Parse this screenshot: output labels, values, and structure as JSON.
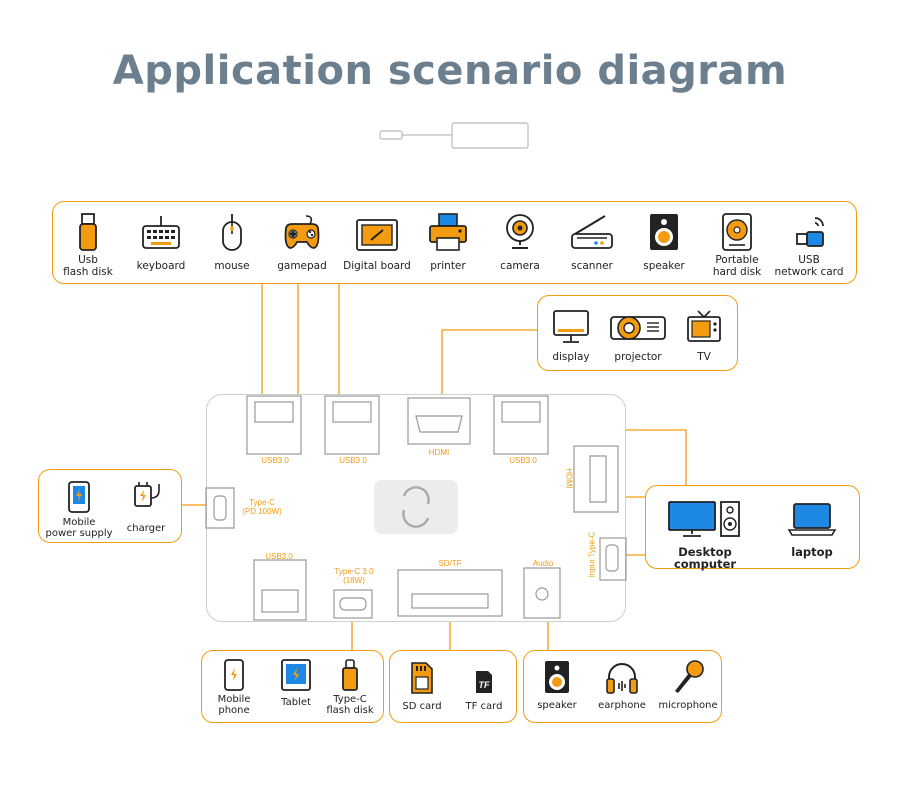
{
  "title": "Application scenario diagram",
  "top_devices": [
    {
      "icon": "usb-flash-disk-icon",
      "label": "Usb\nflash disk"
    },
    {
      "icon": "keyboard-icon",
      "label": "keyboard"
    },
    {
      "icon": "mouse-icon",
      "label": "mouse"
    },
    {
      "icon": "gamepad-icon",
      "label": "gamepad"
    },
    {
      "icon": "digital-board-icon",
      "label": "Digital board"
    },
    {
      "icon": "printer-icon",
      "label": "printer"
    },
    {
      "icon": "camera-icon",
      "label": "camera"
    },
    {
      "icon": "scanner-icon",
      "label": "scanner"
    },
    {
      "icon": "speaker-icon",
      "label": "speaker"
    },
    {
      "icon": "portable-hard-disk-icon",
      "label": "Portable\nhard disk"
    },
    {
      "icon": "usb-network-card-icon",
      "label": "USB\nnetwork card"
    }
  ],
  "display_devices": [
    {
      "icon": "display-icon",
      "label": "display"
    },
    {
      "icon": "projector-icon",
      "label": "projector"
    },
    {
      "icon": "tv-icon",
      "label": "TV"
    }
  ],
  "power_devices": [
    {
      "icon": "mobile-power-supply-icon",
      "label": "Mobile\npower supply"
    },
    {
      "icon": "charger-icon",
      "label": "charger"
    }
  ],
  "computer_devices": [
    {
      "icon": "desktop-computer-icon",
      "label": "Desktop computer"
    },
    {
      "icon": "laptop-icon",
      "label": "laptop"
    }
  ],
  "typec_devices": [
    {
      "icon": "mobile-phone-icon",
      "label": "Mobile\nphone"
    },
    {
      "icon": "tablet-icon",
      "label": "Tablet"
    },
    {
      "icon": "type-c-flash-disk-icon",
      "label": "Type-C\nflash disk"
    }
  ],
  "card_devices": [
    {
      "icon": "sd-card-icon",
      "label": "SD card"
    },
    {
      "icon": "tf-card-icon",
      "label": "TF card"
    }
  ],
  "audio_devices": [
    {
      "icon": "speaker-icon",
      "label": "speaker"
    },
    {
      "icon": "earphone-icon",
      "label": "earphone"
    },
    {
      "icon": "microphone-icon",
      "label": "microphone"
    }
  ],
  "ports": {
    "usb1": "USB3.0",
    "usb2": "USB3.0",
    "hdmi_top": "HDMI",
    "usb3": "USB3.0",
    "hdmi_side": "HDMI",
    "typec_pd": "Type-C\n(PD 100W)",
    "usb_bottom": "USB3.0",
    "typec_30": "Type-C 3.0\n(18W)",
    "sdtf": "SD/TF",
    "audio": "Audio",
    "input_typec": "Input Type-C"
  },
  "tf_card_text": "TF",
  "colors": {
    "accent": "#f39c12",
    "title": "#6b7f8e",
    "screen": "#1e88e5",
    "dark": "#222222"
  }
}
